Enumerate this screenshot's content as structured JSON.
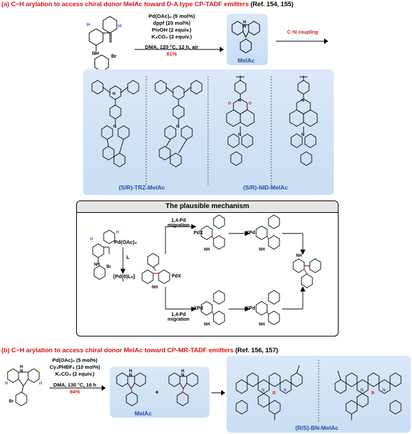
{
  "section_a": {
    "prefix": "(a)",
    "title": "C−H arylation to access chiral donor MeIAc toward D-A type CP-TADF emitters",
    "refs": "(Ref. 154, 155)",
    "conditions": [
      "Pd(OAc)₂ (5 mol%)",
      "dppf (20 mol%)",
      "PivOH (2 equiv.)",
      "K₂CO₃ (2 equiv.)",
      "DMA, 120 °C, 12 h, air"
    ],
    "yield": "81%",
    "coupling": "C−N coupling",
    "product": "MeIAc",
    "emitter_1_prefix": "(",
    "emitter_1_sr": "S",
    "emitter_1_slash": "/",
    "emitter_1_rr": "R",
    "emitter_1_suffix": ")-TRZ-MeIAc",
    "emitter_2_suffix": ")-NID-MeIAc"
  },
  "mechanism": {
    "title": "The  plausible mechanism",
    "reagent": "Pd(OAc)₂",
    "ligand": "L",
    "pd0": "[Pd(0)Lₙ]",
    "migration_top": [
      "1,4-Pd",
      "migration"
    ],
    "migration_bottom": [
      "1,4-Pd",
      "migration"
    ],
    "labels": {
      "pdx1": "PdX",
      "pdx2": "PdX",
      "xpd1": "XPd",
      "xpd2": "XPd",
      "xpd3": "XPd"
    }
  },
  "section_b": {
    "prefix": "(b)",
    "title": "C−H arylation to access chiral donor MeIAc toward CP-MR-TADF emitters",
    "refs": "(Ref. 156, 157)",
    "conditions": [
      "Pd(OAc)₂ (5 mol%)",
      "Cy₃PHBF₄ (10 mol%)",
      "K₂CO₃ (2 equiv.)",
      "DMA, 130 °C, 16 h"
    ],
    "yield": "94%",
    "product": "MeIAc",
    "emitter_prefix": "(",
    "emitter_r": "R",
    "emitter_slash": "/",
    "emitter_s": "S",
    "emitter_suffix": ")-BN-MeIAc",
    "br": "Br",
    "plus": "+"
  },
  "atoms": {
    "N": "N",
    "H": "H",
    "NH": "NH",
    "Br": "Br",
    "O": "O",
    "B": "B"
  },
  "colors": {
    "red": "#d7191c",
    "blue_text": "#1f4fa3",
    "blue_atom": "#2a6bd6",
    "panel": "#cfe0f5"
  }
}
